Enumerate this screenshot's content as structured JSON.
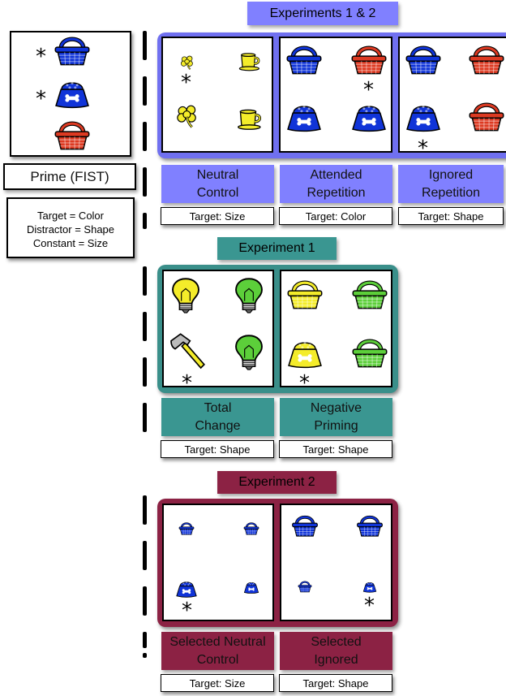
{
  "prime": {
    "label": "Prime (FIST)",
    "legend": [
      "Target = Color",
      "Distractor = Shape",
      "Constant = Size"
    ],
    "star": "*"
  },
  "exp12": {
    "title": "Experiments 1 & 2",
    "labels": [
      "Neutral Control",
      "Attended Repetition",
      "Ignored Repetition"
    ],
    "targets": [
      "Target: Size",
      "Target: Color",
      "Target: Shape"
    ]
  },
  "exp1": {
    "title": "Experiment 1",
    "labels": [
      "Total Change",
      "Negative Priming"
    ],
    "targets": [
      "Target: Shape",
      "Target: Shape"
    ]
  },
  "exp2": {
    "title": "Experiment 2",
    "labels": [
      "Selected Neutral Control",
      "Selected Ignored"
    ],
    "targets": [
      "Target: Size",
      "Target: Shape"
    ]
  },
  "colors": {
    "blue_title": "#8080ff",
    "blue_frame": "#7070f0",
    "teal": "#3a8f8a",
    "teal_title": "#3a9691",
    "maroon": "#8c2244",
    "item_blue": "#1034d8",
    "item_red": "#dd3a22",
    "item_yellow": "#f4ec2a",
    "item_green": "#5ccf3a"
  }
}
